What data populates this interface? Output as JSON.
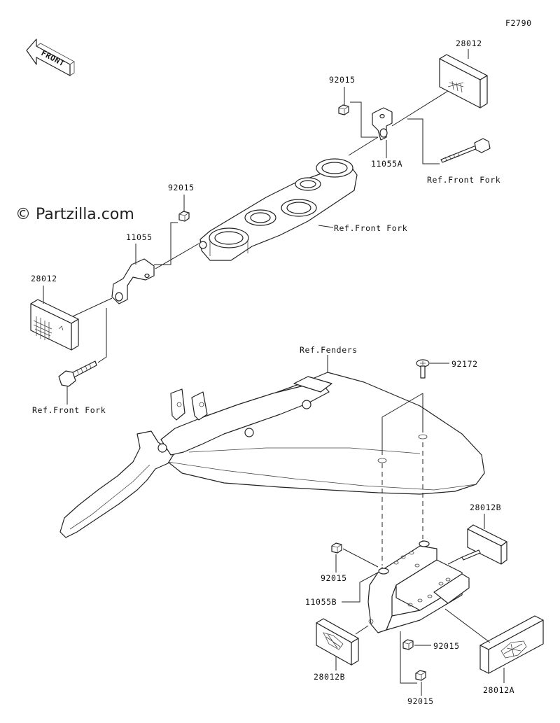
{
  "figure_id": "F2790",
  "watermark": "© Partzilla.com",
  "front_arrow_label": "FRONT",
  "callouts": {
    "reflector_top_right": "28012",
    "nut_top": "92015",
    "bracket_top_right": "11055A",
    "ref_fork_right": "Ref.Front Fork",
    "ref_fork_clamp": "Ref.Front Fork",
    "nut_left": "92015",
    "bracket_left": "11055",
    "reflector_left": "28012",
    "ref_fork_left": "Ref.Front Fork",
    "ref_fenders": "Ref.Fenders",
    "screw_92172": "92172",
    "reflector_b_top": "28012B",
    "nut_lower_1": "92015",
    "bracket_b": "11055B",
    "reflector_b_bottom": "28012B",
    "nut_lower_2": "92015",
    "nut_lower_3": "92015",
    "reflector_a": "28012A"
  }
}
